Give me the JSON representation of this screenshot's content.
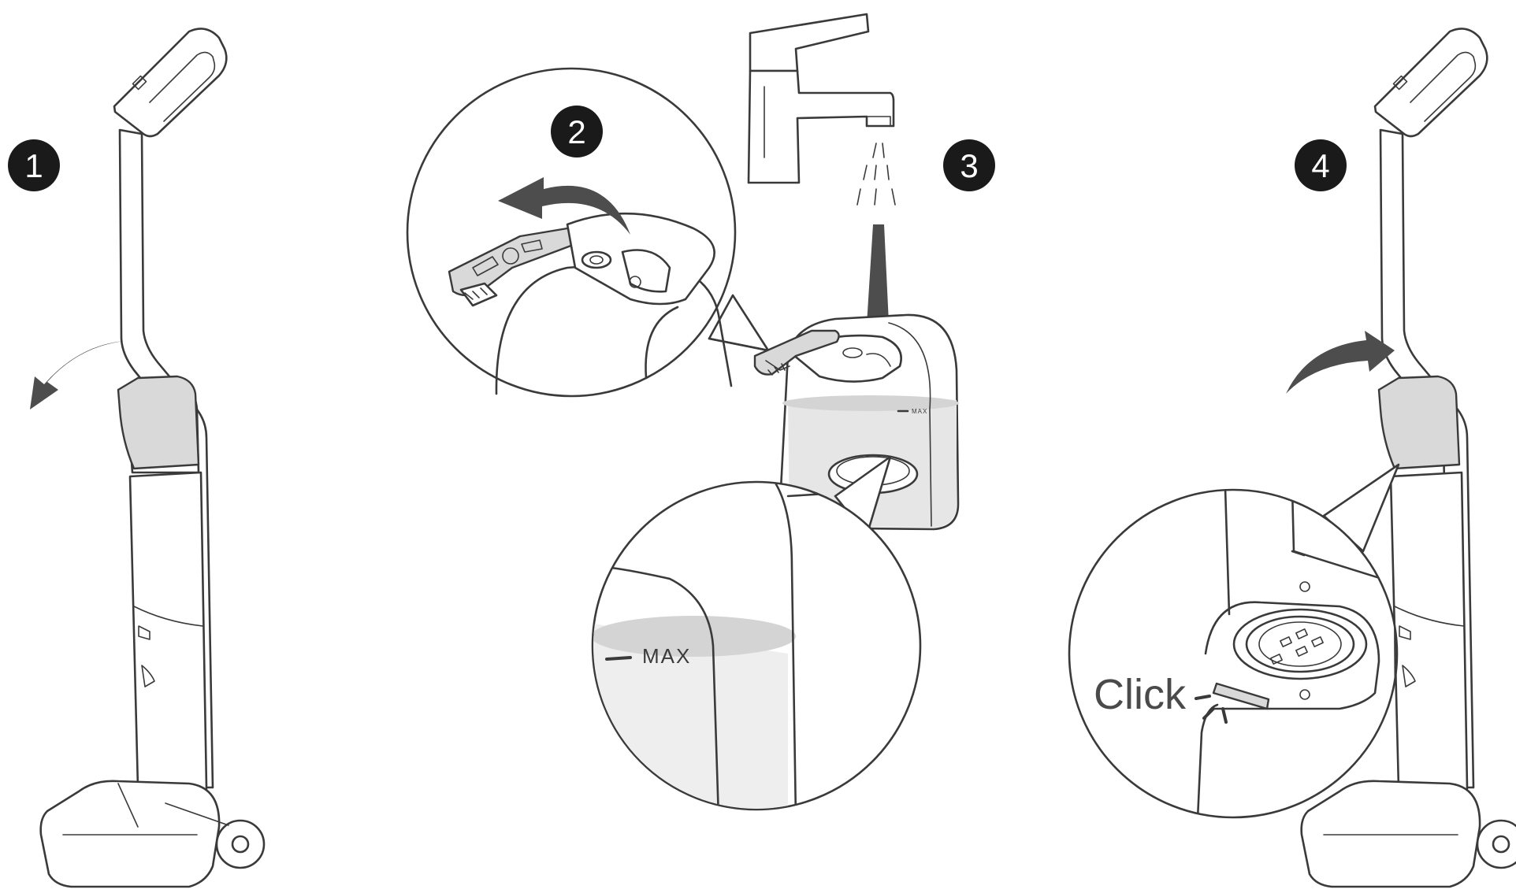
{
  "steps": [
    {
      "number": "1"
    },
    {
      "number": "2"
    },
    {
      "number": "3"
    },
    {
      "number": "4"
    }
  ],
  "labels": {
    "max_marker": "MAX",
    "max_marker_small": "MAX",
    "click_text": "Click"
  },
  "icons": [
    "vacuum-upright",
    "tank-removal-arrow",
    "water-tap-icon",
    "water-stream",
    "tank-lid-open",
    "max-level-zoom",
    "tank-insert-arrow",
    "click-indicator"
  ],
  "colors": {
    "line": "#3a3a3a",
    "badge": "#1a1a1a",
    "arrow": "#4d4d4d",
    "water": "#d9d9d9"
  }
}
